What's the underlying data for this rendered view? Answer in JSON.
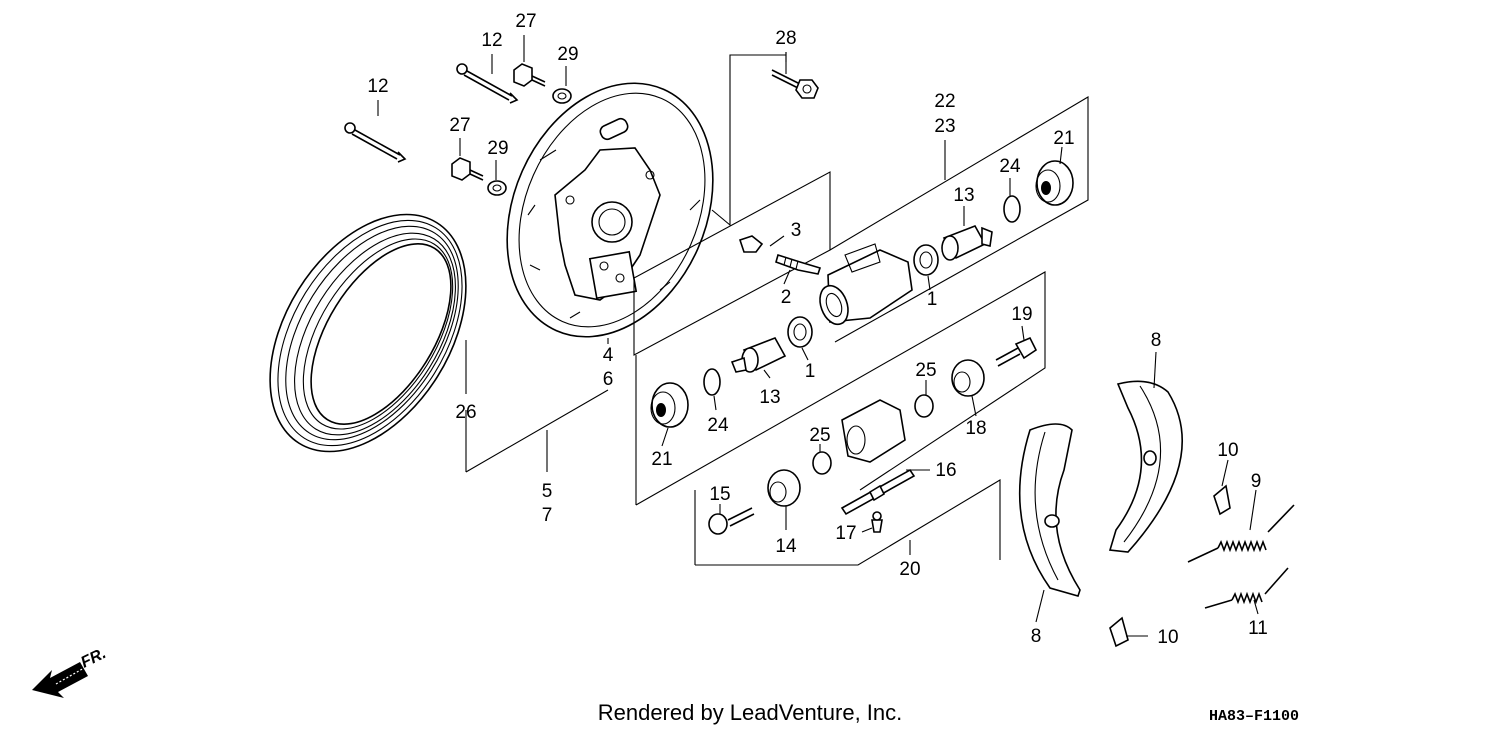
{
  "diagram": {
    "labels": {
      "l1a": "1",
      "l1b": "1",
      "l2": "2",
      "l3": "3",
      "l4": "4",
      "l6": "6",
      "l5": "5",
      "l7": "7",
      "l8a": "8",
      "l8b": "8",
      "l9": "9",
      "l10a": "10",
      "l10b": "10",
      "l11": "11",
      "l12a": "12",
      "l12b": "12",
      "l13a": "13",
      "l13b": "13",
      "l14": "14",
      "l15": "15",
      "l16": "16",
      "l17": "17",
      "l18": "18",
      "l19": "19",
      "l20": "20",
      "l21a": "21",
      "l21b": "21",
      "l22": "22",
      "l23": "23",
      "l24a": "24",
      "l24b": "24",
      "l25a": "25",
      "l25b": "25",
      "l26": "26",
      "l27a": "27",
      "l27b": "27",
      "l28": "28",
      "l29a": "29",
      "l29b": "29"
    },
    "direction_label": "FR.",
    "credit": "Rendered by LeadVenture, Inc.",
    "code": "HA83–F1100"
  }
}
